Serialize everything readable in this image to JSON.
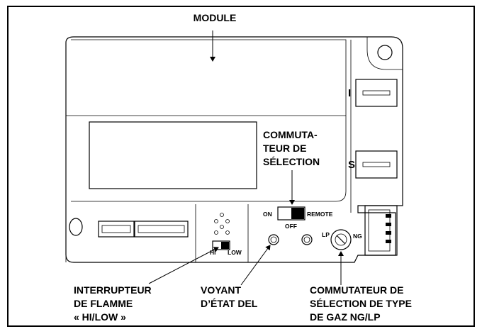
{
  "labels": {
    "module": "MODULE",
    "selector_switch": [
      "COMMUTA-",
      "TEUR DE",
      "SÉLECTION"
    ],
    "flame_switch": [
      "INTERRUPTEUR",
      "DE FLAMME",
      "« HI/LOW »"
    ],
    "led_status": [
      "VOYANT",
      "D’ÉTAT DEL"
    ],
    "gas_type_switch": [
      "COMMUTATEUR DE",
      "SÉLECTION DE TYPE",
      "DE GAZ NG/LP"
    ]
  },
  "device_markings": {
    "on": "ON",
    "off": "OFF",
    "remote": "REMOTE",
    "hi": "HI",
    "low": "LOW",
    "lp": "LP",
    "ng": "NG",
    "terminal_i": "I",
    "terminal_s": "S"
  },
  "colors": {
    "line": "#000000",
    "background": "#ffffff"
  }
}
